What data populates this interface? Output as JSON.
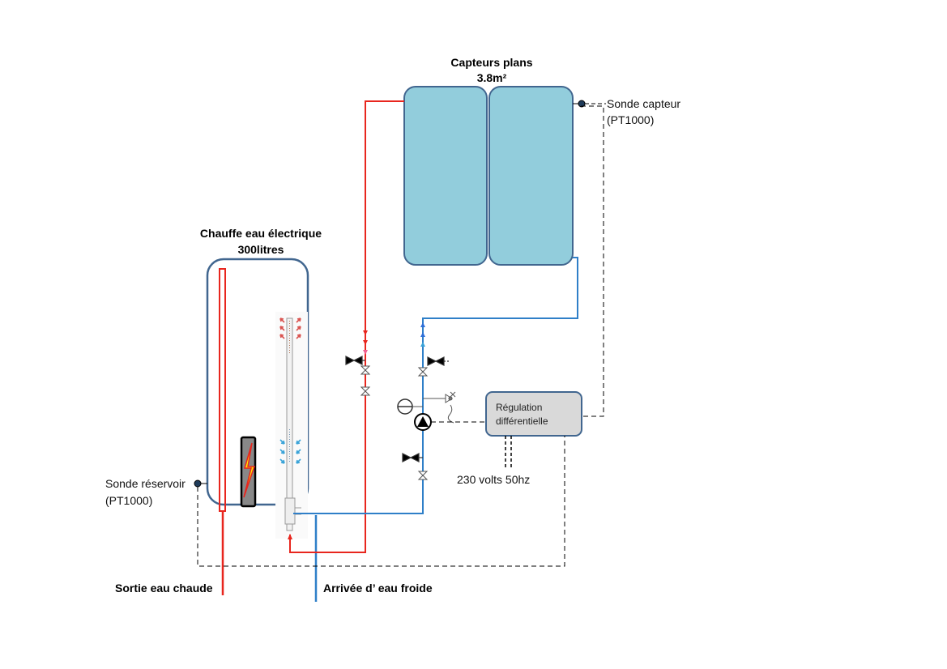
{
  "collectors": {
    "title": "Capteurs plans",
    "area": "3.8m²"
  },
  "tank": {
    "title": "Chauffe eau électrique",
    "volume": "300litres"
  },
  "sensors": {
    "collector_line1": "Sonde capteur",
    "collector_line2": "(PT1000)",
    "tank_line1": "Sonde réservoir",
    "tank_line2": "(PT1000)"
  },
  "controller": {
    "line1": "Régulation",
    "line2": "différentielle",
    "power": "230 volts 50hz"
  },
  "pipes": {
    "hot_out": "Sortie eau chaude",
    "cold_in": "Arrivée d’ eau froide"
  },
  "colors": {
    "hot": "#e8261e",
    "cold": "#2f7fc8",
    "panel_fill": "#92cddc",
    "panel_stroke": "#41668f",
    "controller_fill": "#d9d9d9"
  }
}
